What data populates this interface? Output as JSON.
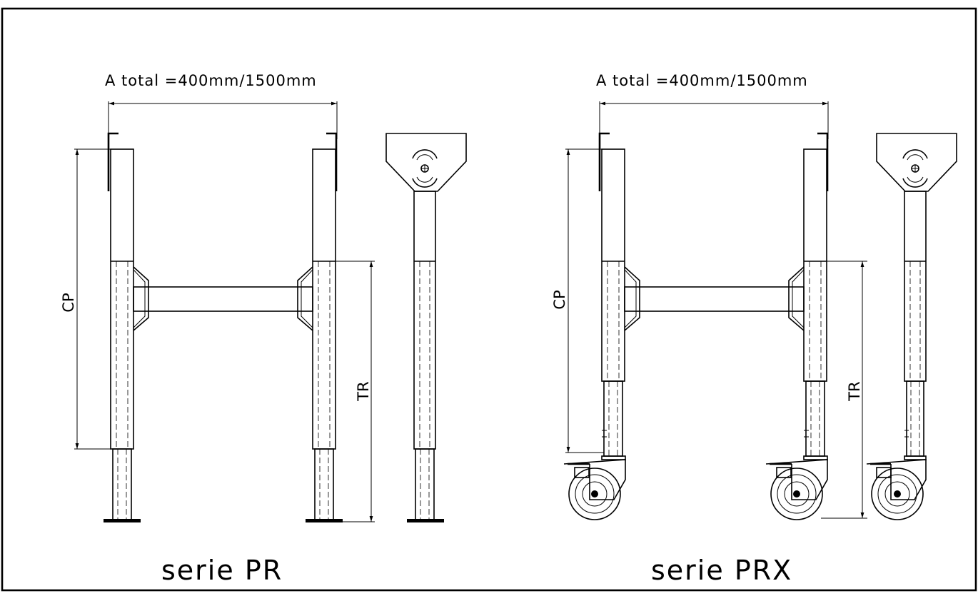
{
  "drawings": [
    {
      "id": "pr",
      "title": "serie PR",
      "width_dimension": "A  total  =400mm/1500mm",
      "height_label_cp": "CP",
      "height_label_tr": "TR"
    },
    {
      "id": "prx",
      "title": "serie PRX",
      "width_dimension": "A  total  =400mm/1500mm",
      "height_label_cp": "CP",
      "height_label_tr": "TR"
    }
  ]
}
